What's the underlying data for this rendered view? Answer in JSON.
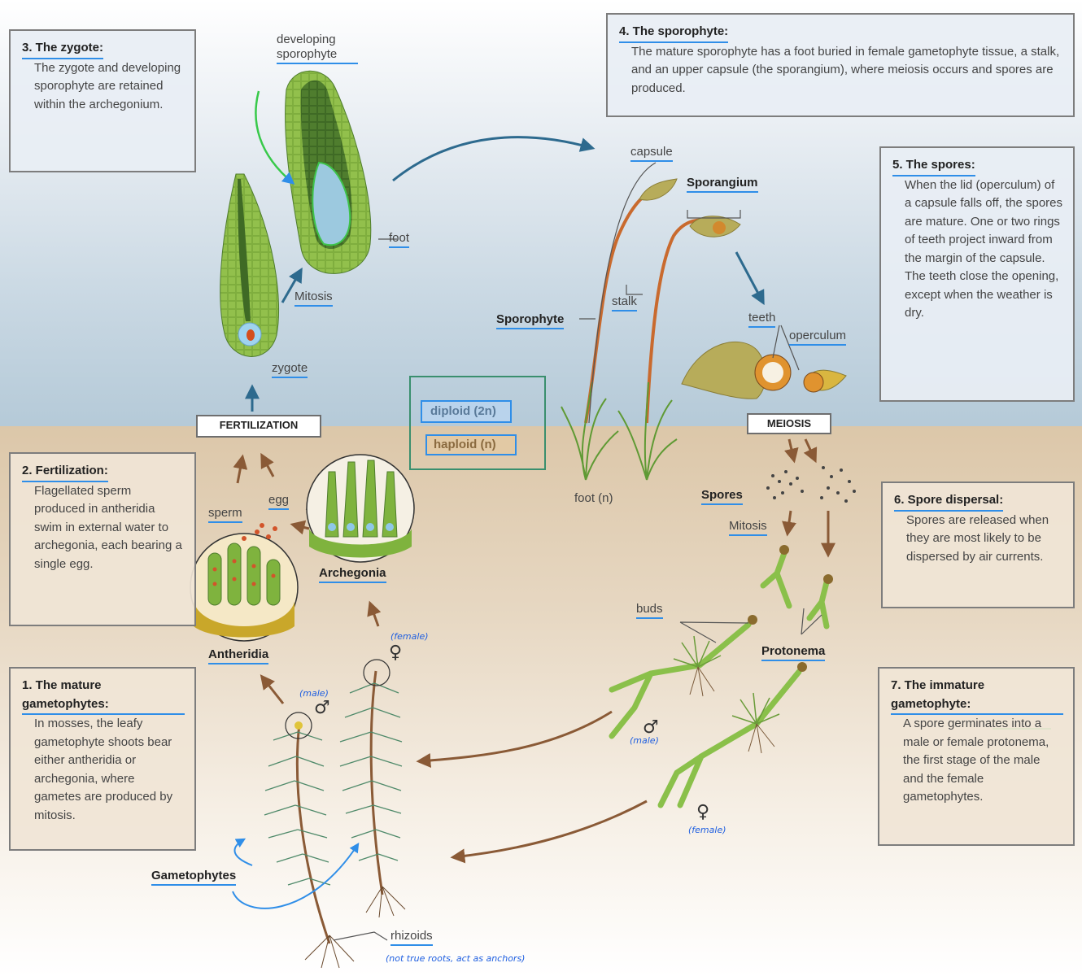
{
  "boxes": {
    "zygote": {
      "title": "3. The zygote:",
      "body": "The zygote and developing sporophyte are retained within the archegonium."
    },
    "sporophyte": {
      "title": "4. The sporophyte:",
      "body": "The mature sporophyte has a foot buried in female gametophyte tissue, a stalk, and an upper capsule (the sporangium), where meiosis occurs and spores are produced."
    },
    "spores": {
      "title": "5. The spores:",
      "body": "When the lid (operculum) of a capsule falls off, the spores are mature. One or two rings of teeth project inward from the margin of the capsule. The teeth close the opening, except when the weather is dry."
    },
    "fertilization": {
      "title": "2. Fertilization:",
      "body": "Flagellated sperm produced in antheridia swim in external water to archegonia, each bearing a single egg."
    },
    "dispersal": {
      "title": "6. Spore dispersal:",
      "body": "Spores are released when they are most likely to be dispersed by air currents."
    },
    "mature": {
      "title": "1. The mature gametophytes:",
      "body": "In mosses, the leafy gametophyte shoots bear either antheridia or archegonia, where gametes are produced by mitosis."
    },
    "immature": {
      "title": "7. The immature gametophyte:",
      "body": "A spore germinates into a male or female protonema, the first stage of the male and the female gametophytes."
    }
  },
  "labels": {
    "developing_sporophyte": "developing sporophyte",
    "foot": "foot",
    "mitosis_top": "Mitosis",
    "zygote": "zygote",
    "fertilization": "FERTILIZATION",
    "capsule": "capsule",
    "sporangium": "Sporangium",
    "stalk": "stalk",
    "sporophyte": "Sporophyte",
    "teeth": "teeth",
    "operculum": "operculum",
    "meiosis": "MEIOSIS",
    "foot_n": "foot (n)",
    "spores": "Spores",
    "mitosis_bottom": "Mitosis",
    "sperm": "sperm",
    "egg": "egg",
    "archegonia": "Archegonia",
    "antheridia": "Antheridia",
    "buds": "buds",
    "protonema": "Protonema",
    "gametophytes": "Gametophytes",
    "rhizoids": "rhizoids"
  },
  "legend": {
    "diploid": "diploid (2n)",
    "haploid": "haploid (n)"
  },
  "handwritten": {
    "female_top": "(female)",
    "male_top": "(male)",
    "male_right": "(male)",
    "female_right": "(female)",
    "rhizoid_note": "(not true roots, act as anchors)"
  },
  "symbols": {
    "male": "♂",
    "female": "♀"
  },
  "colors": {
    "sky_blue": "#c9d8e3",
    "ground_tan": "#dcc7a9",
    "highlight_blue": "#2f8ee8",
    "highlight_green": "#38c94a",
    "arrow_blue": "#2d6a8e",
    "arrow_brown": "#8a5a36",
    "plant_green": "#6a9c3a"
  }
}
